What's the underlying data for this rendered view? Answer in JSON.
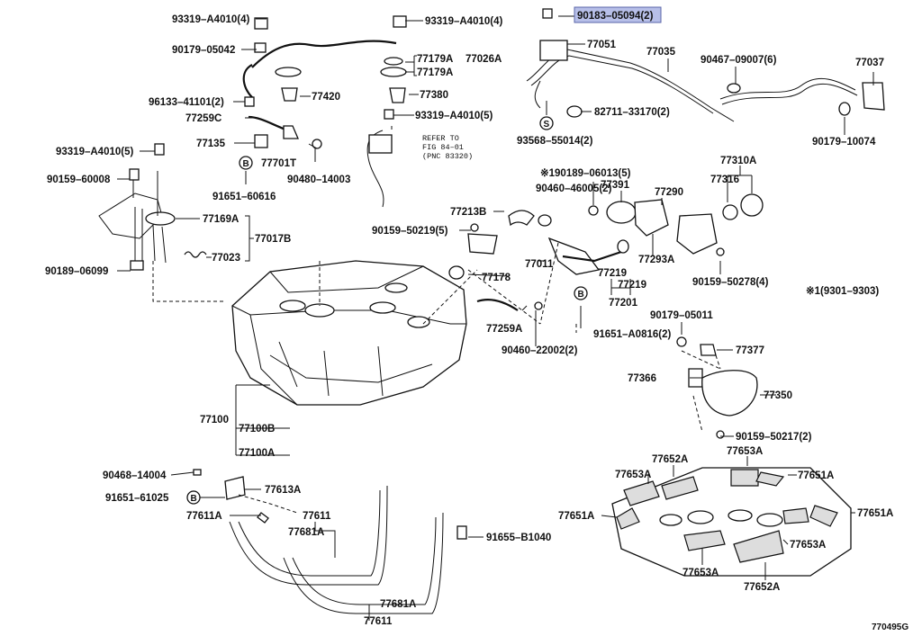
{
  "labels": {
    "p93319_a4010_4_left": "93319–A4010(4)",
    "p90179_05042": "90179–05042",
    "p96133_41101": "96133–41101(2)",
    "p77259c": "77259C",
    "p77135": "77135",
    "p93319_a4010_5_left": "93319–A4010(5)",
    "p90159_60008": "90159–60008",
    "p90189_06099": "90189–06099",
    "p77420": "77420",
    "p77701t": "77701T",
    "p90480_14003": "90480–14003",
    "p91651_60616": "91651–60616",
    "p77169a": "77169A",
    "p77017b": "77017B",
    "p77023": "77023",
    "p93319_a4010_4_mid": "93319–A4010(4)",
    "p77179a_1": "77179A",
    "p77026a": "77026A",
    "p77179a_2": "77179A",
    "p77380": "77380",
    "p93319_a4010_5_mid": "93319–A4010(5)",
    "refer_to": "REFER TO",
    "fig_84_01": "FIG 84–01",
    "pnc_83320": "(PNC 83320)",
    "p90183_05094": "90183–05094(2)",
    "p77051": "77051",
    "p77035": "77035",
    "p90467_09007": "90467–09007(6)",
    "p77037": "77037",
    "p82711_33170": "82711–33170(2)",
    "p93568_55014": "93568–55014(2)",
    "p90179_10074": "90179–10074",
    "p190189_06013": "※190189–06013(5)",
    "p90460_46005": "90460–46005(2)",
    "p77391": "77391",
    "p77290": "77290",
    "p77310a": "77310A",
    "p77316": "77316",
    "p77213b": "77213B",
    "p90159_50219": "90159–50219(5)",
    "p77011": "77011",
    "p77178": "77178",
    "p77219_1": "77219",
    "p77219_2": "77219",
    "p77293a": "77293A",
    "p77201": "77201",
    "p90159_50278": "90159–50278(4)",
    "note_range": "※1(9301–9303)",
    "p77259a": "77259A",
    "p91651_a0816": "91651–A0816(2)",
    "p90460_22002": "90460–22002(2)",
    "p90179_05011": "90179–05011",
    "p77377": "77377",
    "p77366": "77366",
    "p77350": "77350",
    "p90159_50217": "90159–50217(2)",
    "p77100": "77100",
    "p77100b": "77100B",
    "p77100a": "77100A",
    "p90468_14004": "90468–14004",
    "p77613a": "77613A",
    "p91651_61025": "91651–61025",
    "p77611a": "77611A",
    "p77611_1": "77611",
    "p77681a_1": "77681A",
    "p91655_b1040": "91655–B1040",
    "p77681a_2": "77681A",
    "p77611_2": "77611",
    "p77652a_1": "77652A",
    "p77653a_1": "77653A",
    "p77653a_2": "77653A",
    "p77651a_1": "77651A",
    "p77651a_2": "77651A",
    "p77651a_3": "77651A",
    "p77653a_3": "77653A",
    "p77653a_4": "77653A",
    "p77652a_2": "77652A",
    "diagram_id": "770495G"
  },
  "markers": {
    "b": "B",
    "s": "S"
  },
  "highlight_color": "#b7bfe8"
}
